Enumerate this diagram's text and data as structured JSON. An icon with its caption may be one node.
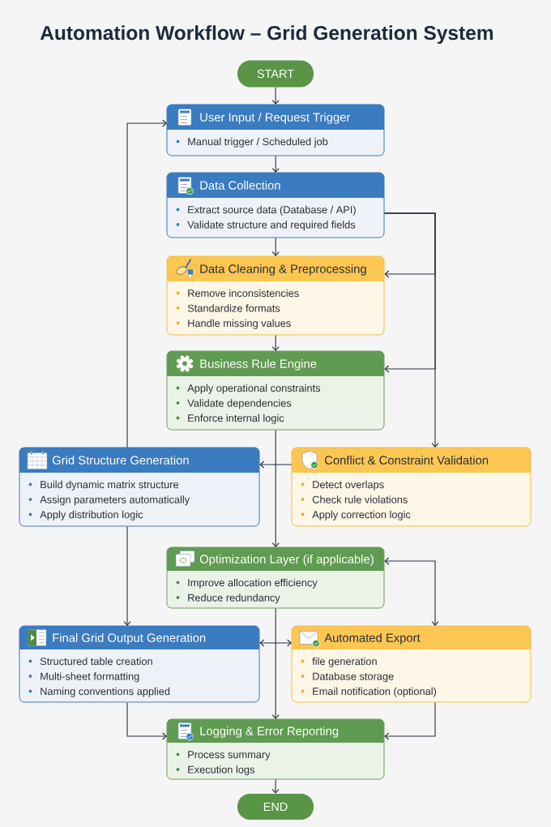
{
  "diagram": {
    "title": "Automation Workflow – Grid Generation System",
    "nodes": [
      {
        "text": [
          "START"
        ]
      },
      {
        "text": [
          "User Input / Request Trigger",
          "Manual trigger / Scheduled job"
        ]
      },
      {
        "text": [
          "Data Collection",
          "Extract source data (Database / API)",
          "Validate structure and required fields"
        ]
      },
      {
        "text": [
          "Data Cleaning & Preprocessing",
          "Remove inconsistencies",
          "Standardize formats",
          "Handle missing values"
        ]
      },
      {
        "text": [
          "Business Rule Engine",
          "Apply operational constraints",
          "Validate dependencies",
          "Enforce internal logic"
        ]
      },
      {
        "text": [
          "Grid Structure Generation",
          "Build dynamic matrix structure",
          "Assign parameters automatically",
          "Apply distribution logic"
        ]
      },
      {
        "text": [
          "Conflict & Constraint Validation",
          "Detect overlaps",
          "Check rule violations",
          "Apply correction logic"
        ]
      },
      {
        "text": [
          "Optimization Layer (if applicable)",
          "Improve allocation efficiency",
          "Reduce redundancy"
        ]
      },
      {
        "text": [
          "Final Grid Output Generation",
          "Structured table creation",
          "Multi-sheet formatting",
          "Naming conventions applied"
        ]
      },
      {
        "text": [
          "Automated Export",
          "file generation",
          "Database storage",
          "Email notification (optional)"
        ]
      },
      {
        "text": [
          "Logging & Error Reporting",
          "Process summary",
          "Execution logs"
        ]
      },
      {
        "text": [
          "END"
        ]
      }
    ],
    "edges": [
      {
        "from": 0,
        "to": 1,
        "arrow": "to"
      },
      {
        "from": 1,
        "to": 2,
        "arrow": "to"
      },
      {
        "from": 2,
        "to": 3,
        "arrow": "to"
      },
      {
        "from": 2,
        "to": 3,
        "arrow": "to"
      },
      {
        "from": 2,
        "to": 4,
        "arrow": "to"
      },
      {
        "from": 2,
        "to": 6,
        "arrow": "to"
      },
      {
        "from": 3,
        "to": 4,
        "arrow": "to"
      },
      {
        "from": 4,
        "to": 7,
        "arrow": "to"
      },
      {
        "from": 6,
        "to": 5,
        "arrow": "to"
      },
      {
        "from": 5,
        "to": 1,
        "arrow": "to"
      },
      {
        "from": 5,
        "to": 8,
        "arrow": "to"
      },
      {
        "from": 7,
        "to": 9,
        "arrow": "both"
      },
      {
        "from": 8,
        "to": 9,
        "arrow": "both"
      },
      {
        "from": 7,
        "to": 10,
        "arrow": "to"
      },
      {
        "from": 8,
        "to": 10,
        "arrow": "to"
      },
      {
        "from": 9,
        "to": 10,
        "arrow": "to"
      },
      {
        "from": 10,
        "to": 11,
        "arrow": "to"
      }
    ]
  }
}
